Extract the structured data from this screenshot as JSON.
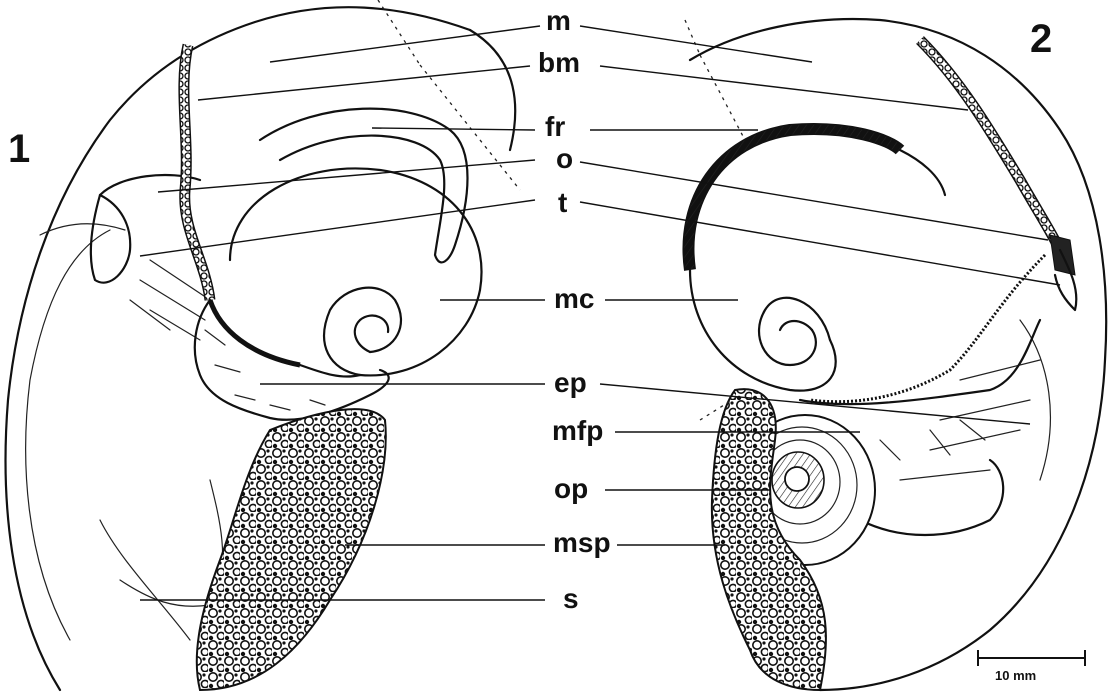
{
  "figure_numbers": {
    "left": "1",
    "right": "2"
  },
  "labels": {
    "m": "m",
    "bm": "bm",
    "fr": "fr",
    "o": "o",
    "t": "t",
    "mc": "mc",
    "ep": "ep",
    "mfp": "mfp",
    "op": "op",
    "msp": "msp",
    "s": "s"
  },
  "scale_bar": {
    "text": "10 mm"
  }
}
